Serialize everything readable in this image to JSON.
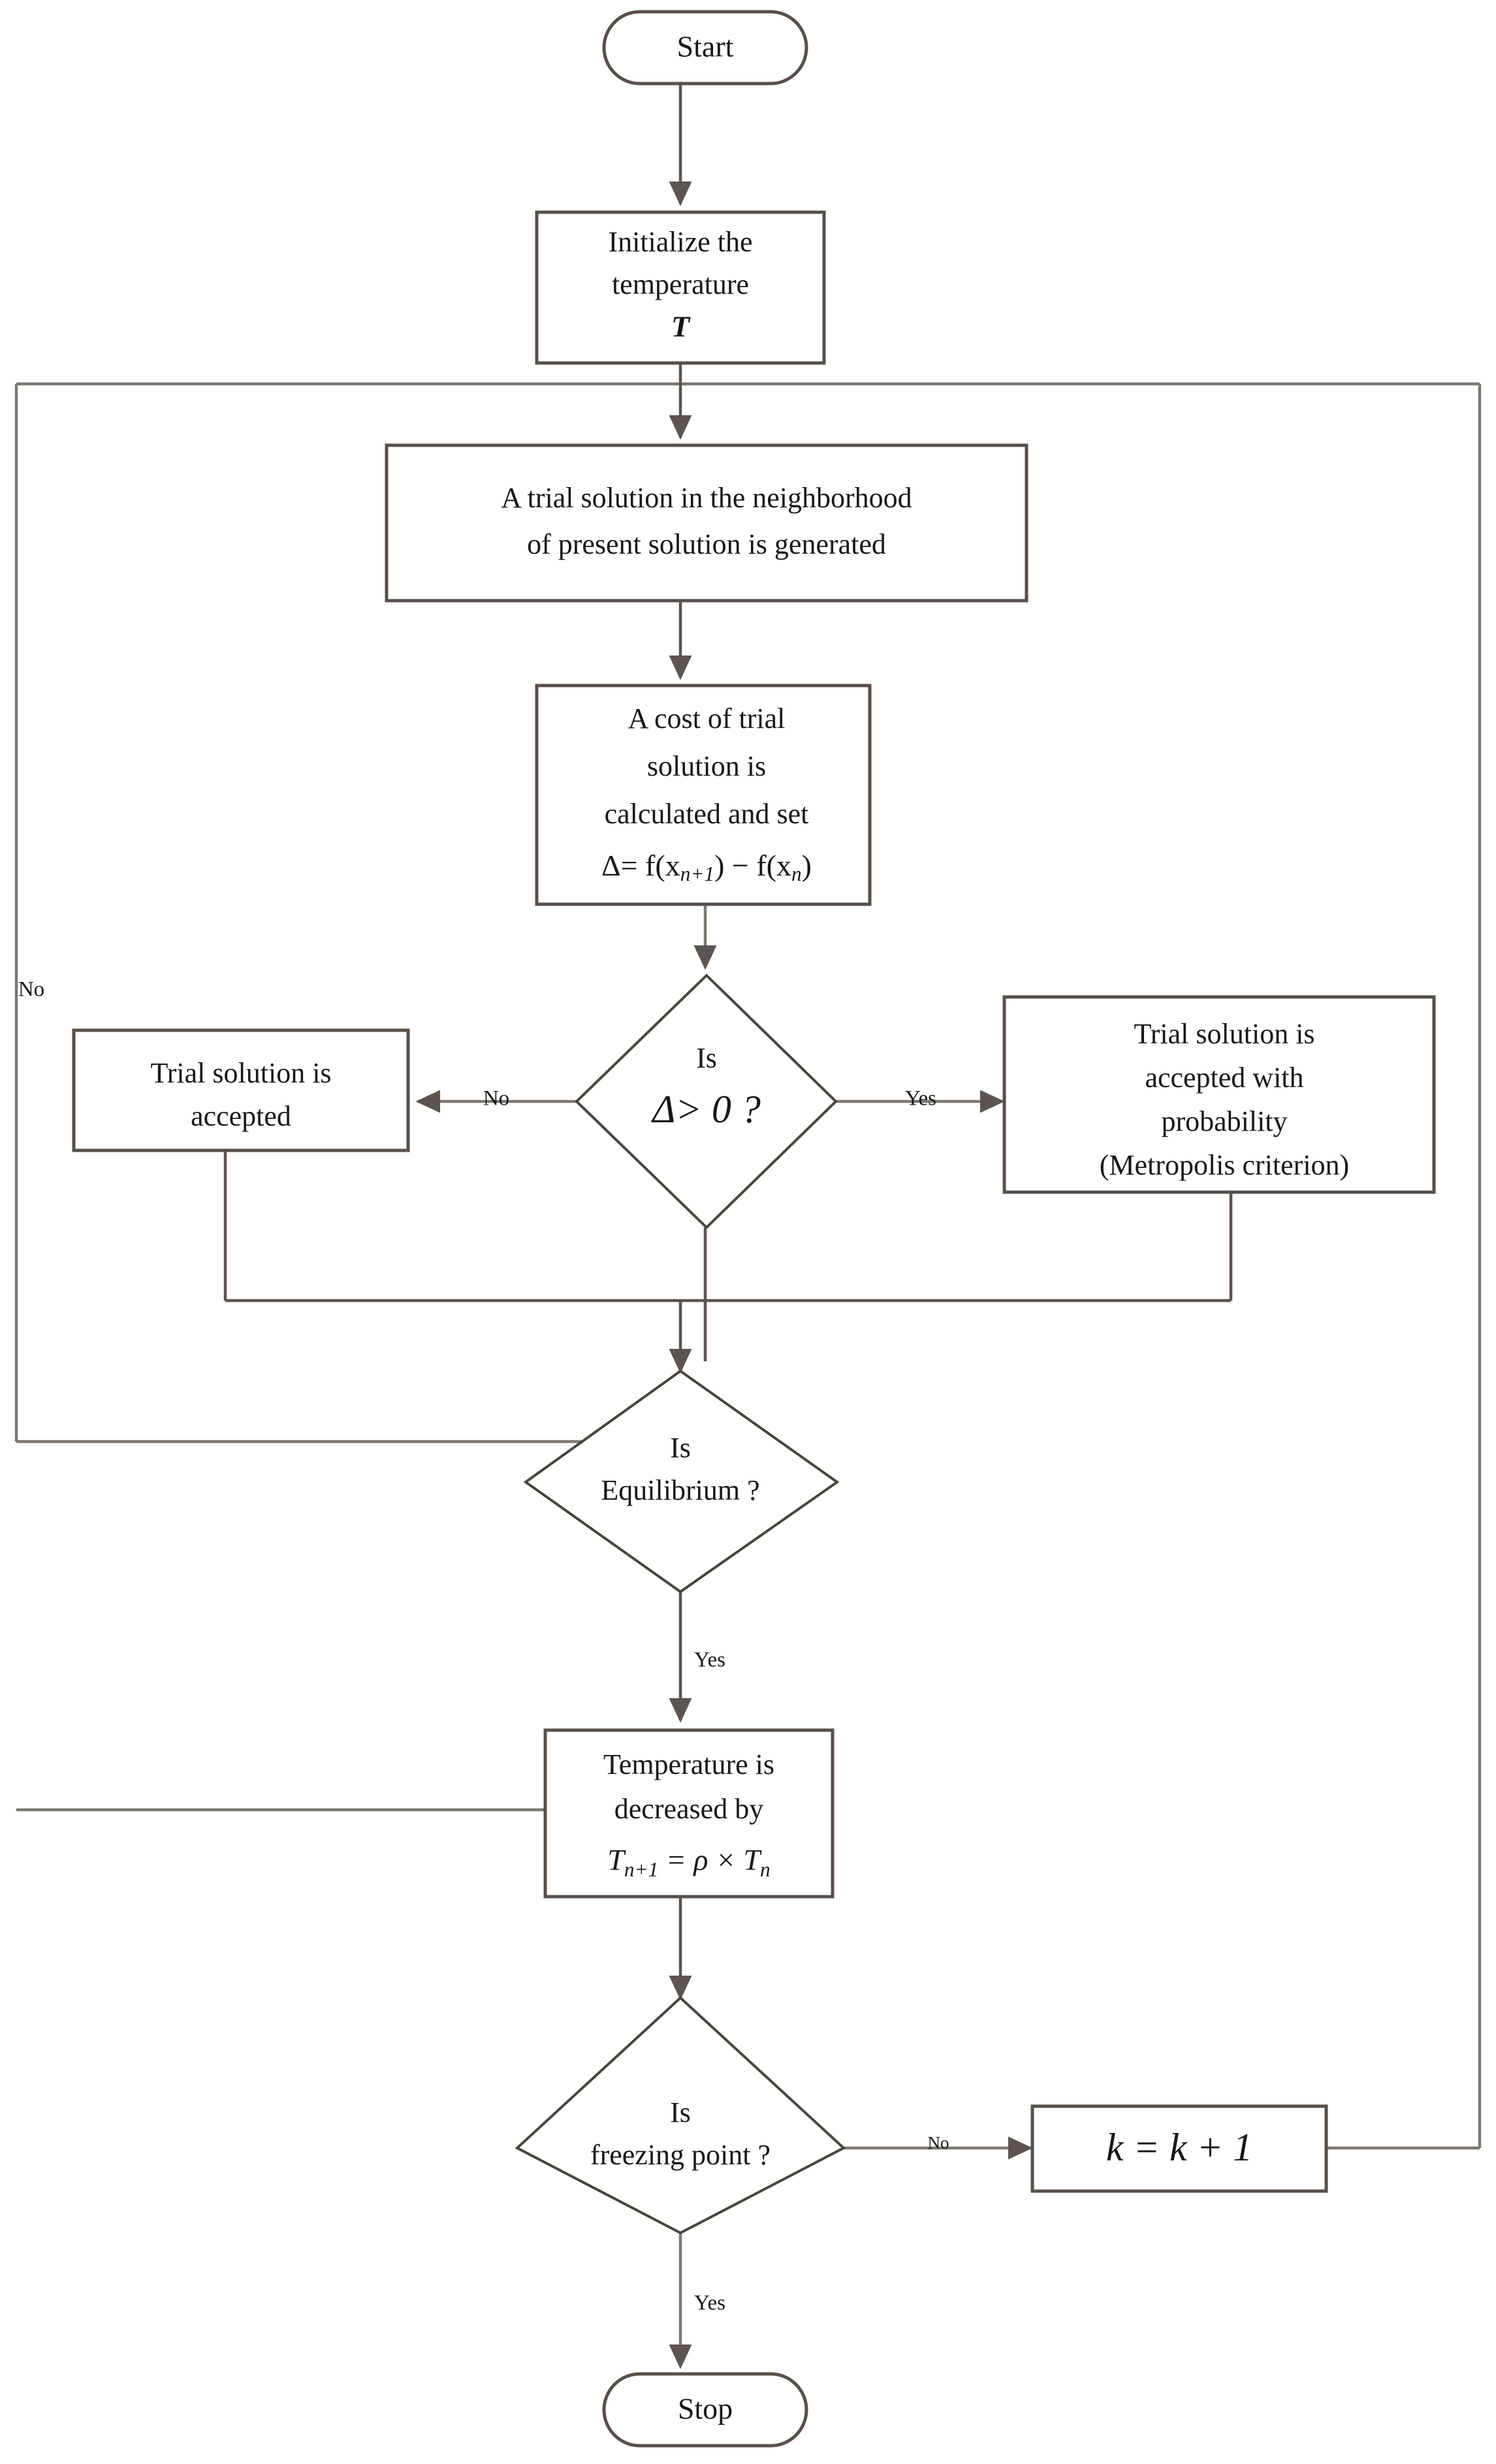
{
  "diagram": {
    "title": "Simulated Annealing Algorithm Flowchart",
    "colors": {
      "shape_stroke": "#574F4B",
      "line_stroke": "#7d7771",
      "text": "#181818",
      "background": "#ffffff"
    },
    "nodes": {
      "start": {
        "label": "Start",
        "shape": "terminator"
      },
      "initialize": {
        "shape": "process",
        "line1": "Initialize the",
        "line2": "temperature",
        "line3": "T"
      },
      "trial_solution": {
        "shape": "process",
        "line1": "A trial solution in the neighborhood",
        "line2": "of present solution is generated"
      },
      "cost": {
        "shape": "process",
        "line1": "A cost of trial",
        "line2": "solution is",
        "line3": "calculated and set",
        "formula": "Δ= f(x",
        "formula_sub1": "n+1",
        "formula_mid": ") − f(x",
        "formula_sub2": "n",
        "formula_end": ")"
      },
      "delta_decision": {
        "shape": "decision",
        "line1": "Is",
        "line2": "Δ> 0   ?"
      },
      "accepted": {
        "shape": "process",
        "line1": "Trial solution is",
        "line2": "accepted"
      },
      "metropolis": {
        "shape": "process",
        "line1": "Trial solution is",
        "line2": "accepted with",
        "line3": "probability",
        "line4": "(Metropolis criterion)"
      },
      "equilibrium": {
        "shape": "decision",
        "line1": "Is",
        "line2": "Equilibrium ?"
      },
      "temperature": {
        "shape": "process",
        "line1": "Temperature is",
        "line2": "decreased by",
        "formula_lhs": "T",
        "formula_lhs_sub": "n+1",
        "formula_op": " = ρ × T",
        "formula_rhs_sub": "n"
      },
      "freezing": {
        "shape": "decision",
        "line1": "Is",
        "line2": "freezing point ?"
      },
      "increment": {
        "shape": "process",
        "formula": "k = k + 1"
      },
      "stop": {
        "label": "Stop",
        "shape": "terminator"
      }
    },
    "edge_labels": {
      "delta_no": "No",
      "delta_yes": "Yes",
      "equilibrium_no": "No",
      "equilibrium_yes": "Yes",
      "freezing_no": "No",
      "freezing_yes": "Yes"
    }
  },
  "chart_data": {
    "type": "flowchart",
    "title": "Simulated Annealing Algorithm Flowchart",
    "nodes": [
      {
        "id": "start",
        "type": "terminator",
        "text": "Start"
      },
      {
        "id": "initialize",
        "type": "process",
        "text": "Initialize the temperature T"
      },
      {
        "id": "trial_solution",
        "type": "process",
        "text": "A trial solution in the neighborhood of present solution is generated"
      },
      {
        "id": "cost",
        "type": "process",
        "text": "A cost of trial solution is calculated and set Δ= f(x n+1 ) − f(x n )"
      },
      {
        "id": "delta_decision",
        "type": "decision",
        "text": "Is Δ> 0 ?"
      },
      {
        "id": "accepted",
        "type": "process",
        "text": "Trial solution is accepted"
      },
      {
        "id": "metropolis",
        "type": "process",
        "text": "Trial solution is accepted with probability (Metropolis criterion)"
      },
      {
        "id": "equilibrium",
        "type": "decision",
        "text": "Is Equilibrium ?"
      },
      {
        "id": "temperature",
        "type": "process",
        "text": "Temperature is decreased by T n+1 = ρ × T n"
      },
      {
        "id": "freezing",
        "type": "decision",
        "text": "Is freezing point ?"
      },
      {
        "id": "increment",
        "type": "process",
        "text": "k = k + 1"
      },
      {
        "id": "stop",
        "type": "terminator",
        "text": "Stop"
      }
    ],
    "edges": [
      {
        "from": "start",
        "to": "initialize",
        "label": ""
      },
      {
        "from": "initialize",
        "to": "trial_solution",
        "label": ""
      },
      {
        "from": "trial_solution",
        "to": "cost",
        "label": ""
      },
      {
        "from": "cost",
        "to": "delta_decision",
        "label": ""
      },
      {
        "from": "delta_decision",
        "to": "accepted",
        "label": "No"
      },
      {
        "from": "delta_decision",
        "to": "metropolis",
        "label": "Yes"
      },
      {
        "from": "accepted",
        "to": "equilibrium",
        "label": ""
      },
      {
        "from": "metropolis",
        "to": "equilibrium",
        "label": ""
      },
      {
        "from": "equilibrium",
        "to": "trial_solution",
        "label": "No"
      },
      {
        "from": "equilibrium",
        "to": "temperature",
        "label": "Yes"
      },
      {
        "from": "temperature",
        "to": "freezing",
        "label": ""
      },
      {
        "from": "freezing",
        "to": "increment",
        "label": "No"
      },
      {
        "from": "freezing",
        "to": "stop",
        "label": "Yes"
      },
      {
        "from": "increment",
        "to": "trial_solution",
        "label": ""
      }
    ]
  }
}
